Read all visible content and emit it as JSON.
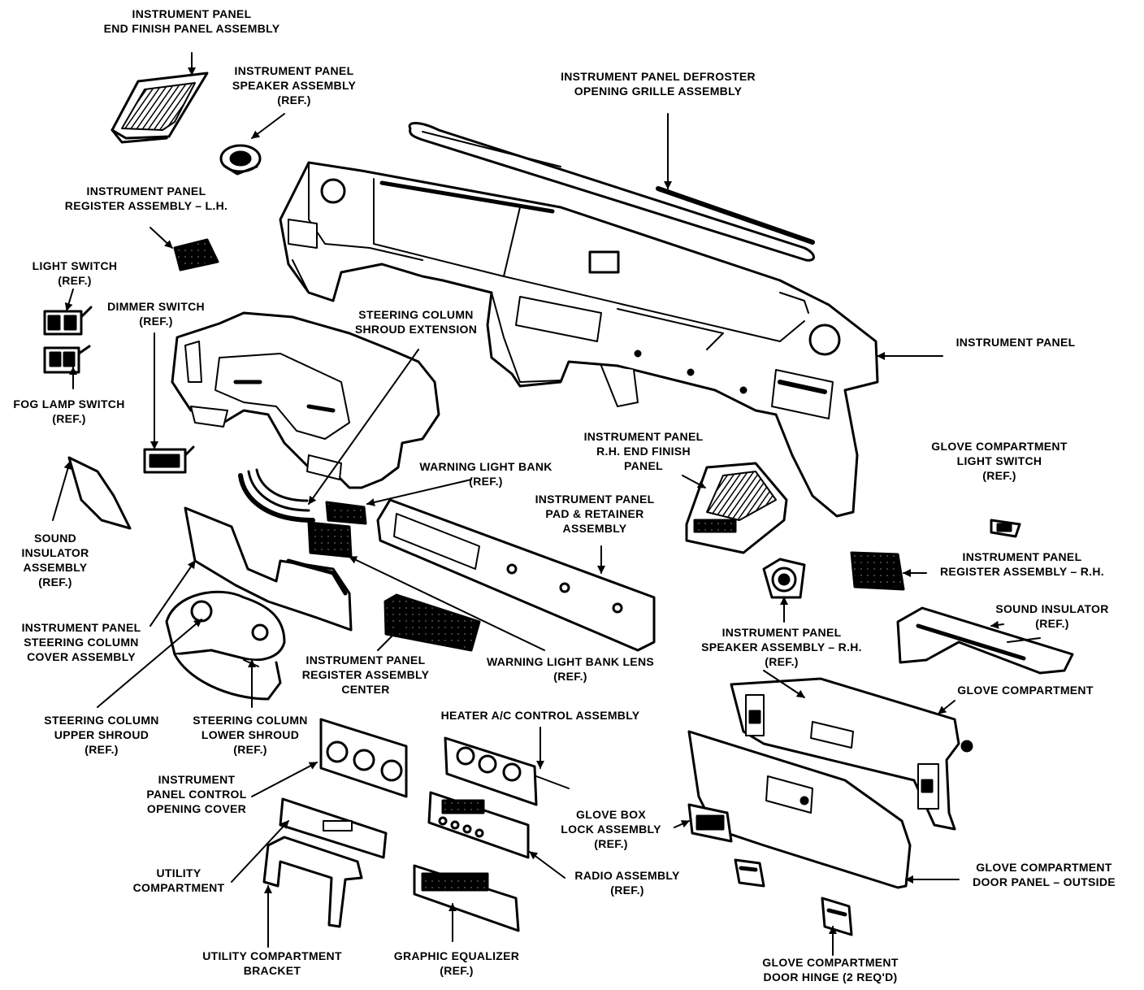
{
  "diagram": {
    "labels": {
      "end_finish_lh": [
        "INSTRUMENT PANEL",
        "END FINISH PANEL ASSEMBLY"
      ],
      "speaker_lh": [
        "INSTRUMENT PANEL",
        "SPEAKER ASSEMBLY",
        "(REF.)"
      ],
      "defroster": [
        "INSTRUMENT PANEL DEFROSTER",
        "OPENING GRILLE ASSEMBLY"
      ],
      "register_lh": [
        "INSTRUMENT PANEL",
        "REGISTER ASSEMBLY – L.H."
      ],
      "light_switch": [
        "LIGHT SWITCH",
        "(REF.)"
      ],
      "dimmer_switch": [
        "DIMMER SWITCH",
        "(REF.)"
      ],
      "column_shroud_ext": [
        "STEERING COLUMN",
        "SHROUD EXTENSION"
      ],
      "instrument_panel": [
        "INSTRUMENT PANEL"
      ],
      "fog_lamp_switch": [
        "FOG LAMP SWITCH",
        "(REF.)"
      ],
      "end_finish_rh": [
        "INSTRUMENT PANEL",
        "R.H. END FINISH",
        "PANEL"
      ],
      "glove_light_switch": [
        "GLOVE COMPARTMENT",
        "LIGHT SWITCH",
        "(REF.)"
      ],
      "warning_light_bank": [
        "WARNING LIGHT BANK",
        "(REF.)"
      ],
      "pad_retainer": [
        "INSTRUMENT PANEL",
        "PAD & RETAINER",
        "ASSEMBLY"
      ],
      "sound_insulator_lh": [
        "SOUND",
        "INSULATOR",
        "ASSEMBLY",
        "(REF.)"
      ],
      "register_rh": [
        "INSTRUMENT PANEL",
        "REGISTER ASSEMBLY – R.H."
      ],
      "sound_insulator_rh": [
        "SOUND INSULATOR",
        "(REF.)"
      ],
      "column_cover": [
        "INSTRUMENT PANEL",
        "STEERING COLUMN",
        "COVER ASSEMBLY"
      ],
      "speaker_rh": [
        "INSTRUMENT PANEL",
        "SPEAKER ASSEMBLY – R.H.",
        "(REF.)"
      ],
      "register_center": [
        "INSTRUMENT PANEL",
        "REGISTER ASSEMBLY",
        "CENTER"
      ],
      "warning_lens": [
        "WARNING LIGHT BANK LENS",
        "(REF.)"
      ],
      "glove_compartment": [
        "GLOVE COMPARTMENT"
      ],
      "upper_shroud": [
        "STEERING COLUMN",
        "UPPER SHROUD",
        "(REF.)"
      ],
      "lower_shroud": [
        "STEERING COLUMN",
        "LOWER SHROUD",
        "(REF.)"
      ],
      "heater_ac": [
        "HEATER A/C CONTROL ASSEMBLY"
      ],
      "control_cover": [
        "INSTRUMENT",
        "PANEL CONTROL",
        "OPENING COVER"
      ],
      "glove_lock": [
        "GLOVE BOX",
        "LOCK ASSEMBLY",
        "(REF.)"
      ],
      "utility_compartment": [
        "UTILITY",
        "COMPARTMENT"
      ],
      "radio": [
        "RADIO ASSEMBLY",
        "(REF.)"
      ],
      "glove_door_panel": [
        "GLOVE COMPARTMENT",
        "DOOR PANEL – OUTSIDE"
      ],
      "utility_bracket": [
        "UTILITY COMPARTMENT",
        "BRACKET"
      ],
      "graphic_eq": [
        "GRAPHIC EQUALIZER",
        "(REF.)"
      ],
      "glove_hinge": [
        "GLOVE COMPARTMENT",
        "DOOR HINGE (2 REQ'D)"
      ]
    }
  }
}
